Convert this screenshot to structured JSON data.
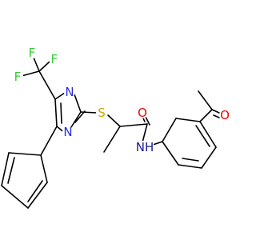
{
  "molecule": {
    "atoms": {
      "F1": "F",
      "F2": "F",
      "F3": "F",
      "N1": "N",
      "N2": "N",
      "S": "S",
      "O1": "O",
      "O2": "O",
      "NH": "NH"
    },
    "colors": {
      "F": "#33cc33",
      "N": "#2a2ae6",
      "S": "#c8a800",
      "O": "#ff0000",
      "NH": "#1a1a99",
      "bond": "#000000"
    }
  }
}
